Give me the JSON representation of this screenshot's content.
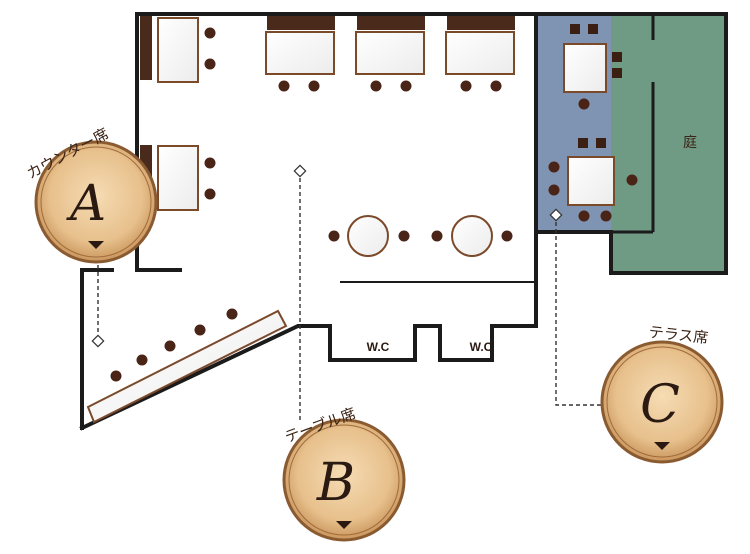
{
  "title": "",
  "rooms": {
    "garden": "庭",
    "wc_left": "W.C",
    "wc_right": "W.C"
  },
  "markers": [
    {
      "id": "A",
      "letter": "A",
      "label": "カウンター席"
    },
    {
      "id": "B",
      "letter": "B",
      "label": "テーブル席"
    },
    {
      "id": "C",
      "letter": "C",
      "label": "テラス席"
    }
  ],
  "colors": {
    "wall": "#1b1b1b",
    "furniture_border": "#7a4a2a",
    "wood_dark": "#4a2a1a",
    "chair": "#4a2417",
    "terrace": "#7e94b2",
    "garden": "#6f9a84",
    "badge_wood": "#e9c592",
    "badge_ring": "#8a5a30",
    "dashed": "#333333"
  }
}
